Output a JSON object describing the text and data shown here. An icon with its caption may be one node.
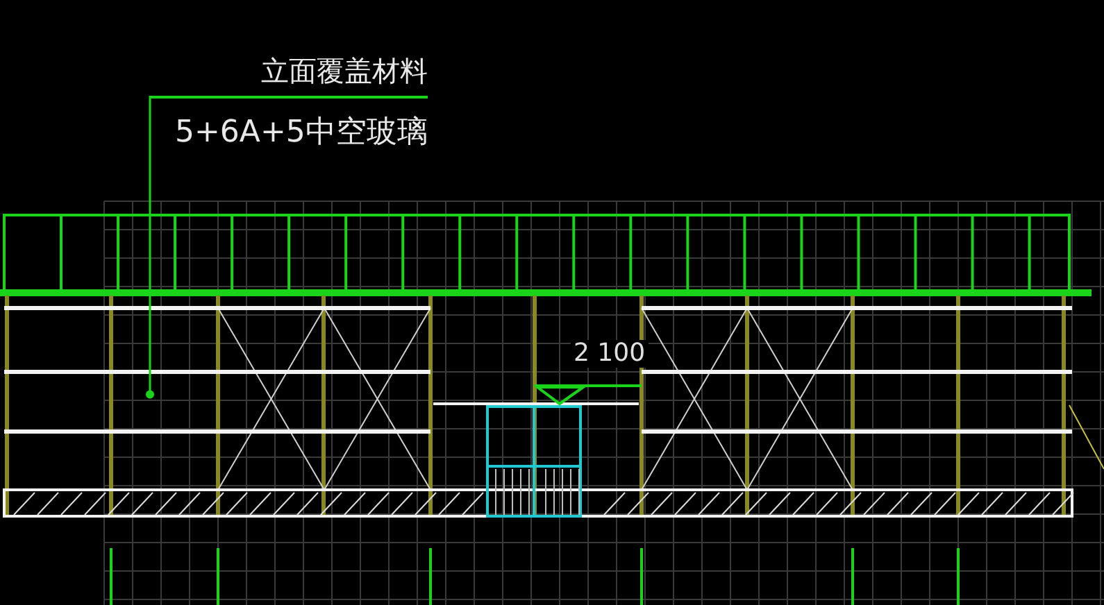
{
  "diagram": {
    "nodes": [
      {
        "text": [
          "立面覆盖材料",
          "5+6A+5中空玻璃"
        ]
      },
      {
        "text": [],
        "shape": "box"
      }
    ],
    "edges": [
      {
        "from": 0,
        "to": 1,
        "arrow": "other"
      }
    ],
    "labels": [
      "2 100"
    ]
  }
}
